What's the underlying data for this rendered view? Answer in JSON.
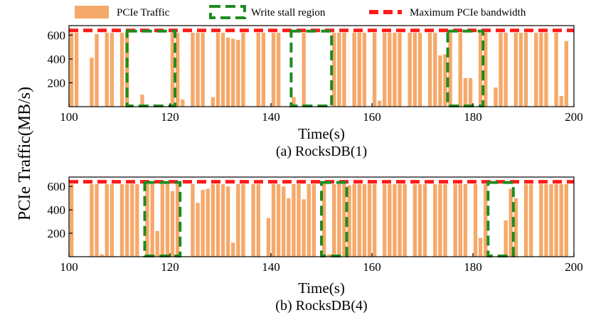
{
  "colors": {
    "bar": "#F5A96A",
    "stall": "#1E8B1E",
    "max_bw": "#FF1A1A"
  },
  "legend": {
    "traffic": "PCIe Traffic",
    "stall": "Write stall region",
    "max_bw": "Maximum PCIe bandwidth"
  },
  "ylabel": "PCIe Traffic(MB/s)",
  "chart_data": [
    {
      "type": "bar",
      "caption": "(a) RocksDB(1)",
      "xlabel": "Time(s)",
      "xlim": [
        100,
        200
      ],
      "ylim": [
        0,
        680
      ],
      "xticks": [
        100,
        120,
        140,
        160,
        180,
        200
      ],
      "yticks": [
        200,
        400,
        600
      ],
      "max_bandwidth": 640,
      "stall_regions": [
        [
          111.5,
          121
        ],
        [
          144,
          152
        ],
        [
          175,
          182
        ]
      ],
      "x": [
        100,
        101,
        102,
        103,
        104,
        105,
        106,
        107,
        108,
        109,
        110,
        111,
        112,
        113,
        114,
        115,
        116,
        117,
        118,
        119,
        120,
        121,
        122,
        123,
        124,
        125,
        126,
        127,
        128,
        129,
        130,
        131,
        132,
        133,
        134,
        135,
        136,
        137,
        138,
        139,
        140,
        141,
        142,
        143,
        144,
        145,
        146,
        147,
        148,
        149,
        150,
        151,
        152,
        153,
        154,
        155,
        156,
        157,
        158,
        159,
        160,
        161,
        162,
        163,
        164,
        165,
        166,
        167,
        168,
        169,
        170,
        171,
        172,
        173,
        174,
        175,
        176,
        177,
        178,
        179,
        180,
        181,
        182,
        183,
        184,
        185,
        186,
        187,
        188,
        189,
        190,
        191,
        192,
        193,
        194,
        195,
        196,
        197,
        198,
        199
      ],
      "values": [
        620,
        620,
        0,
        0,
        410,
        610,
        0,
        620,
        620,
        0,
        620,
        620,
        0,
        0,
        100,
        0,
        0,
        0,
        0,
        0,
        620,
        620,
        60,
        0,
        620,
        620,
        620,
        0,
        80,
        620,
        620,
        580,
        570,
        560,
        620,
        0,
        0,
        620,
        620,
        0,
        620,
        620,
        0,
        0,
        80,
        0,
        620,
        0,
        0,
        0,
        0,
        0,
        620,
        620,
        620,
        0,
        620,
        620,
        620,
        0,
        620,
        50,
        620,
        620,
        620,
        620,
        0,
        620,
        620,
        620,
        0,
        620,
        620,
        430,
        440,
        620,
        0,
        620,
        240,
        240,
        0,
        620,
        620,
        0,
        160,
        620,
        620,
        0,
        620,
        620,
        620,
        0,
        620,
        620,
        620,
        0,
        620,
        90,
        550,
        0
      ]
    },
    {
      "type": "bar",
      "caption": "(b) RocksDB(4)",
      "xlabel": "Time(s)",
      "xlim": [
        100,
        200
      ],
      "ylim": [
        0,
        680
      ],
      "xticks": [
        100,
        120,
        140,
        160,
        180,
        200
      ],
      "yticks": [
        200,
        400,
        600
      ],
      "max_bandwidth": 640,
      "stall_regions": [
        [
          115,
          122
        ],
        [
          150,
          155
        ],
        [
          183,
          188
        ]
      ],
      "x": [
        100,
        101,
        102,
        103,
        104,
        105,
        106,
        107,
        108,
        109,
        110,
        111,
        112,
        113,
        114,
        115,
        116,
        117,
        118,
        119,
        120,
        121,
        122,
        123,
        124,
        125,
        126,
        127,
        128,
        129,
        130,
        131,
        132,
        133,
        134,
        135,
        136,
        137,
        138,
        139,
        140,
        141,
        142,
        143,
        144,
        145,
        146,
        147,
        148,
        149,
        150,
        151,
        152,
        153,
        154,
        155,
        156,
        157,
        158,
        159,
        160,
        161,
        162,
        163,
        164,
        165,
        166,
        167,
        168,
        169,
        170,
        171,
        172,
        173,
        174,
        175,
        176,
        177,
        178,
        179,
        180,
        181,
        182,
        183,
        184,
        185,
        186,
        187,
        188,
        189,
        190,
        191,
        192,
        193,
        194,
        195,
        196,
        197,
        198,
        199
      ],
      "values": [
        620,
        0,
        0,
        0,
        620,
        620,
        20,
        620,
        620,
        0,
        620,
        620,
        620,
        620,
        0,
        620,
        620,
        220,
        620,
        620,
        560,
        620,
        0,
        0,
        620,
        460,
        570,
        580,
        620,
        620,
        620,
        600,
        120,
        620,
        620,
        0,
        620,
        620,
        0,
        330,
        620,
        620,
        600,
        500,
        620,
        620,
        490,
        620,
        620,
        0,
        620,
        20,
        620,
        620,
        620,
        610,
        620,
        620,
        620,
        620,
        620,
        0,
        620,
        620,
        620,
        620,
        620,
        0,
        620,
        620,
        620,
        0,
        620,
        620,
        620,
        0,
        620,
        620,
        620,
        0,
        620,
        160,
        620,
        0,
        0,
        0,
        310,
        580,
        500,
        0,
        620,
        620,
        0,
        620,
        620,
        620,
        620,
        620,
        620,
        0
      ]
    }
  ]
}
